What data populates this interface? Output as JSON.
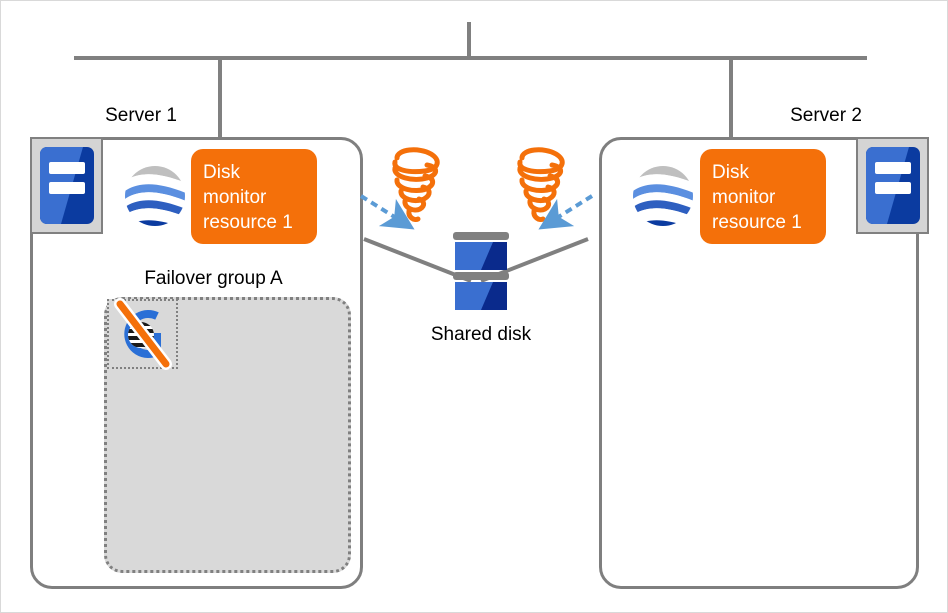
{
  "diagram": {
    "title": "Disk monitor resource failure on shared disk - failover group stopped on Server 1",
    "type": "cluster-architecture-diagram"
  },
  "network": {
    "bus_label": "",
    "icon": "network-bus-line"
  },
  "servers": [
    {
      "id": "server-1",
      "label": "Server 1",
      "machine_icon": "server-machine-icon",
      "monitor": {
        "icon": "disk-monitor-globe-icon",
        "label": "Disk\nmonitor\nresource 1",
        "line1": "Disk",
        "line2": "monitor",
        "line3": "resource 1",
        "color": "#f4700a"
      },
      "group": {
        "label": "Failover group A",
        "status_icon": "group-stopped-icon",
        "status": "stopped"
      }
    },
    {
      "id": "server-2",
      "label": "Server 2",
      "machine_icon": "server-machine-icon",
      "monitor": {
        "icon": "disk-monitor-globe-icon",
        "label": "Disk\nmonitor\nresource 1",
        "line1": "Disk",
        "line2": "monitor",
        "line3": "resource 1",
        "color": "#f4700a"
      },
      "group": null
    }
  ],
  "shared_storage": {
    "label": "Shared disk",
    "icon": "shared-disk-icon"
  },
  "failures": [
    {
      "id": "failure-left",
      "icon": "tornado-failure-icon",
      "arrow": "dashed-arrow-right",
      "color": "#f4700a"
    },
    {
      "id": "failure-right",
      "icon": "tornado-failure-icon",
      "arrow": "dashed-arrow-left",
      "color": "#f4700a"
    }
  ],
  "colors": {
    "accent_orange": "#f4700a",
    "line_gray": "#808080",
    "box_gray": "#7f7f7f",
    "fill_gray": "#d9d9d9",
    "arrow_blue": "#5b9bd5",
    "disk_blue_light": "#3a6fd0",
    "disk_blue_dark": "#0a2a8c"
  }
}
